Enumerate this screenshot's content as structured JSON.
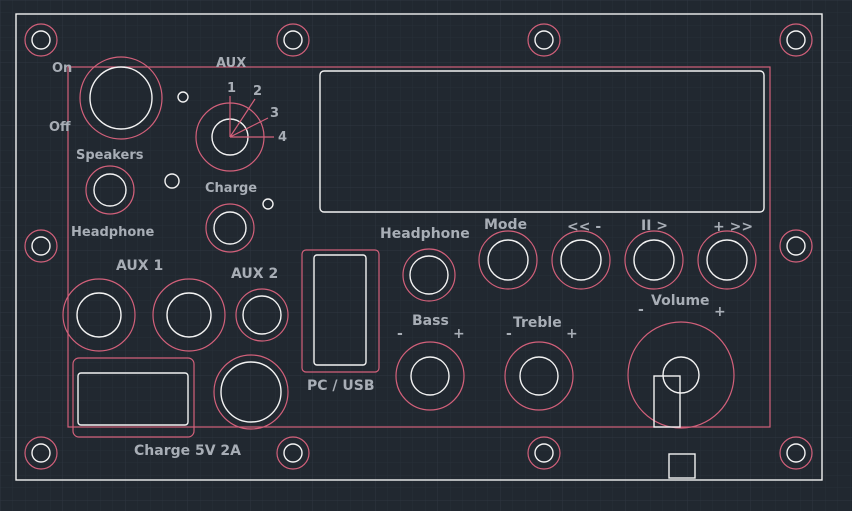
{
  "labels": {
    "on": "On",
    "off": "Off",
    "speakers": "Speakers",
    "headphone_left": "Headphone",
    "aux_selector": "AUX",
    "pos1": "1",
    "pos2": "2",
    "pos3": "3",
    "pos4": "4",
    "charge": "Charge",
    "aux1": "AUX  1",
    "aux2": "AUX  2",
    "pc_usb": "PC / USB",
    "charge_5v": "Charge 5V 2A",
    "headphone_mid": "Headphone",
    "mode": "Mode",
    "prev": "<< -",
    "play": "II >",
    "next": "+ >>",
    "bass": "Bass",
    "treble": "Treble",
    "volume": "Volume",
    "minus": "-",
    "plus": "+"
  },
  "colors": {
    "background": "#212830",
    "grid": "#2e3641",
    "outline": "#f2f2f2",
    "cutout": "#d2607a",
    "text": "#a8aeb6"
  }
}
